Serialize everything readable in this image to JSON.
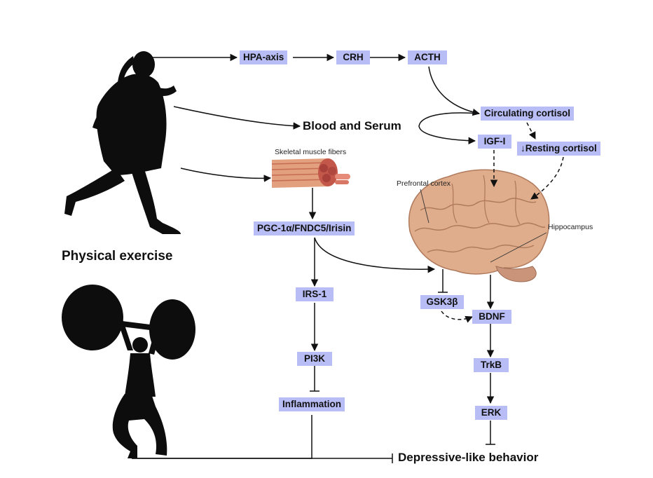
{
  "nodes": {
    "hpa_axis": "HPA-axis",
    "crh": "CRH",
    "acth": "ACTH",
    "circulating_cortisol": "Circulating cortisol",
    "blood_and_serum": "Blood and Serum",
    "igf_i": "IGF-I",
    "resting_cortisol": "Resting cortisol",
    "resting_cortisol_arrow": "↓",
    "skeletal_muscle_fibers": "Skeletal muscle fibers",
    "pgc": "PGC-1α/FNDC5/Irisin",
    "prefrontal_cortex": "Prefrontal cortex",
    "hippocampus": "Hippocampus",
    "physical_exercise": "Physical exercise",
    "irs1": "IRS-1",
    "gsk3b": "GSK3β",
    "bdnf": "BDNF",
    "pi3k": "PI3K",
    "trkb": "TrkB",
    "inflammation": "Inflammation",
    "erk": "ERK",
    "depressive": "Depressive-like behavior"
  },
  "colors": {
    "box_fill": "#b8bef5",
    "line": "#111111",
    "silhouette": "#0d0d0d",
    "brain": "#e0ad8c",
    "muscle": "#d9826a"
  },
  "icons": [
    "runner-silhouette",
    "weightlifter-silhouette",
    "brain-illustration",
    "muscle-fibers-illustration"
  ]
}
